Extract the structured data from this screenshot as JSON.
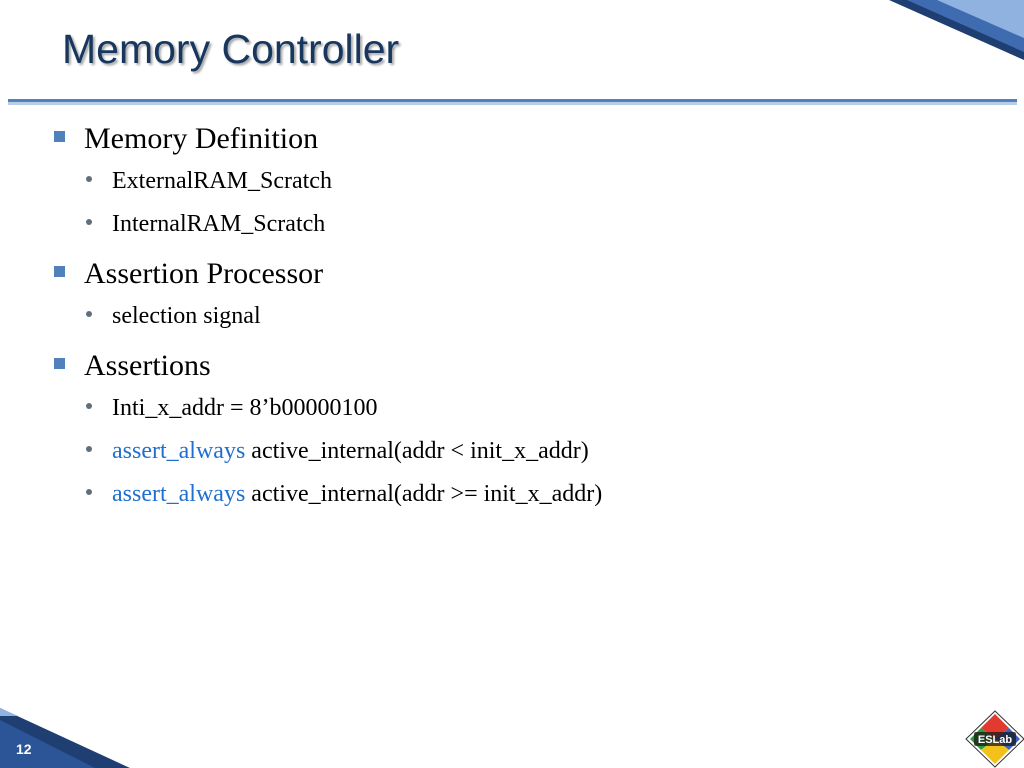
{
  "slide": {
    "title": "Memory Controller",
    "page_number": "12",
    "sections": [
      {
        "heading": "Memory Definition",
        "items": [
          {
            "keyword": "",
            "text": "ExternalRAM_Scratch"
          },
          {
            "keyword": "",
            "text": "InternalRAM_Scratch"
          }
        ]
      },
      {
        "heading": "Assertion Processor",
        "items": [
          {
            "keyword": "",
            "text": "selection signal"
          }
        ]
      },
      {
        "heading": "Assertions",
        "items": [
          {
            "keyword": "",
            "text": "Inti_x_addr = 8’b00000100"
          },
          {
            "keyword": "assert_always",
            "text": " active_internal(addr < init_x_addr)"
          },
          {
            "keyword": "assert_always",
            "text": " active_internal(addr >= init_x_addr)"
          }
        ]
      }
    ]
  },
  "logo": {
    "name": "ESLab logo",
    "text": "ESLab"
  },
  "colors": {
    "title": "#17375e",
    "accent": "#4f81bd",
    "keyword": "#1f6fd0",
    "corner_dark": "#1f3f73"
  }
}
